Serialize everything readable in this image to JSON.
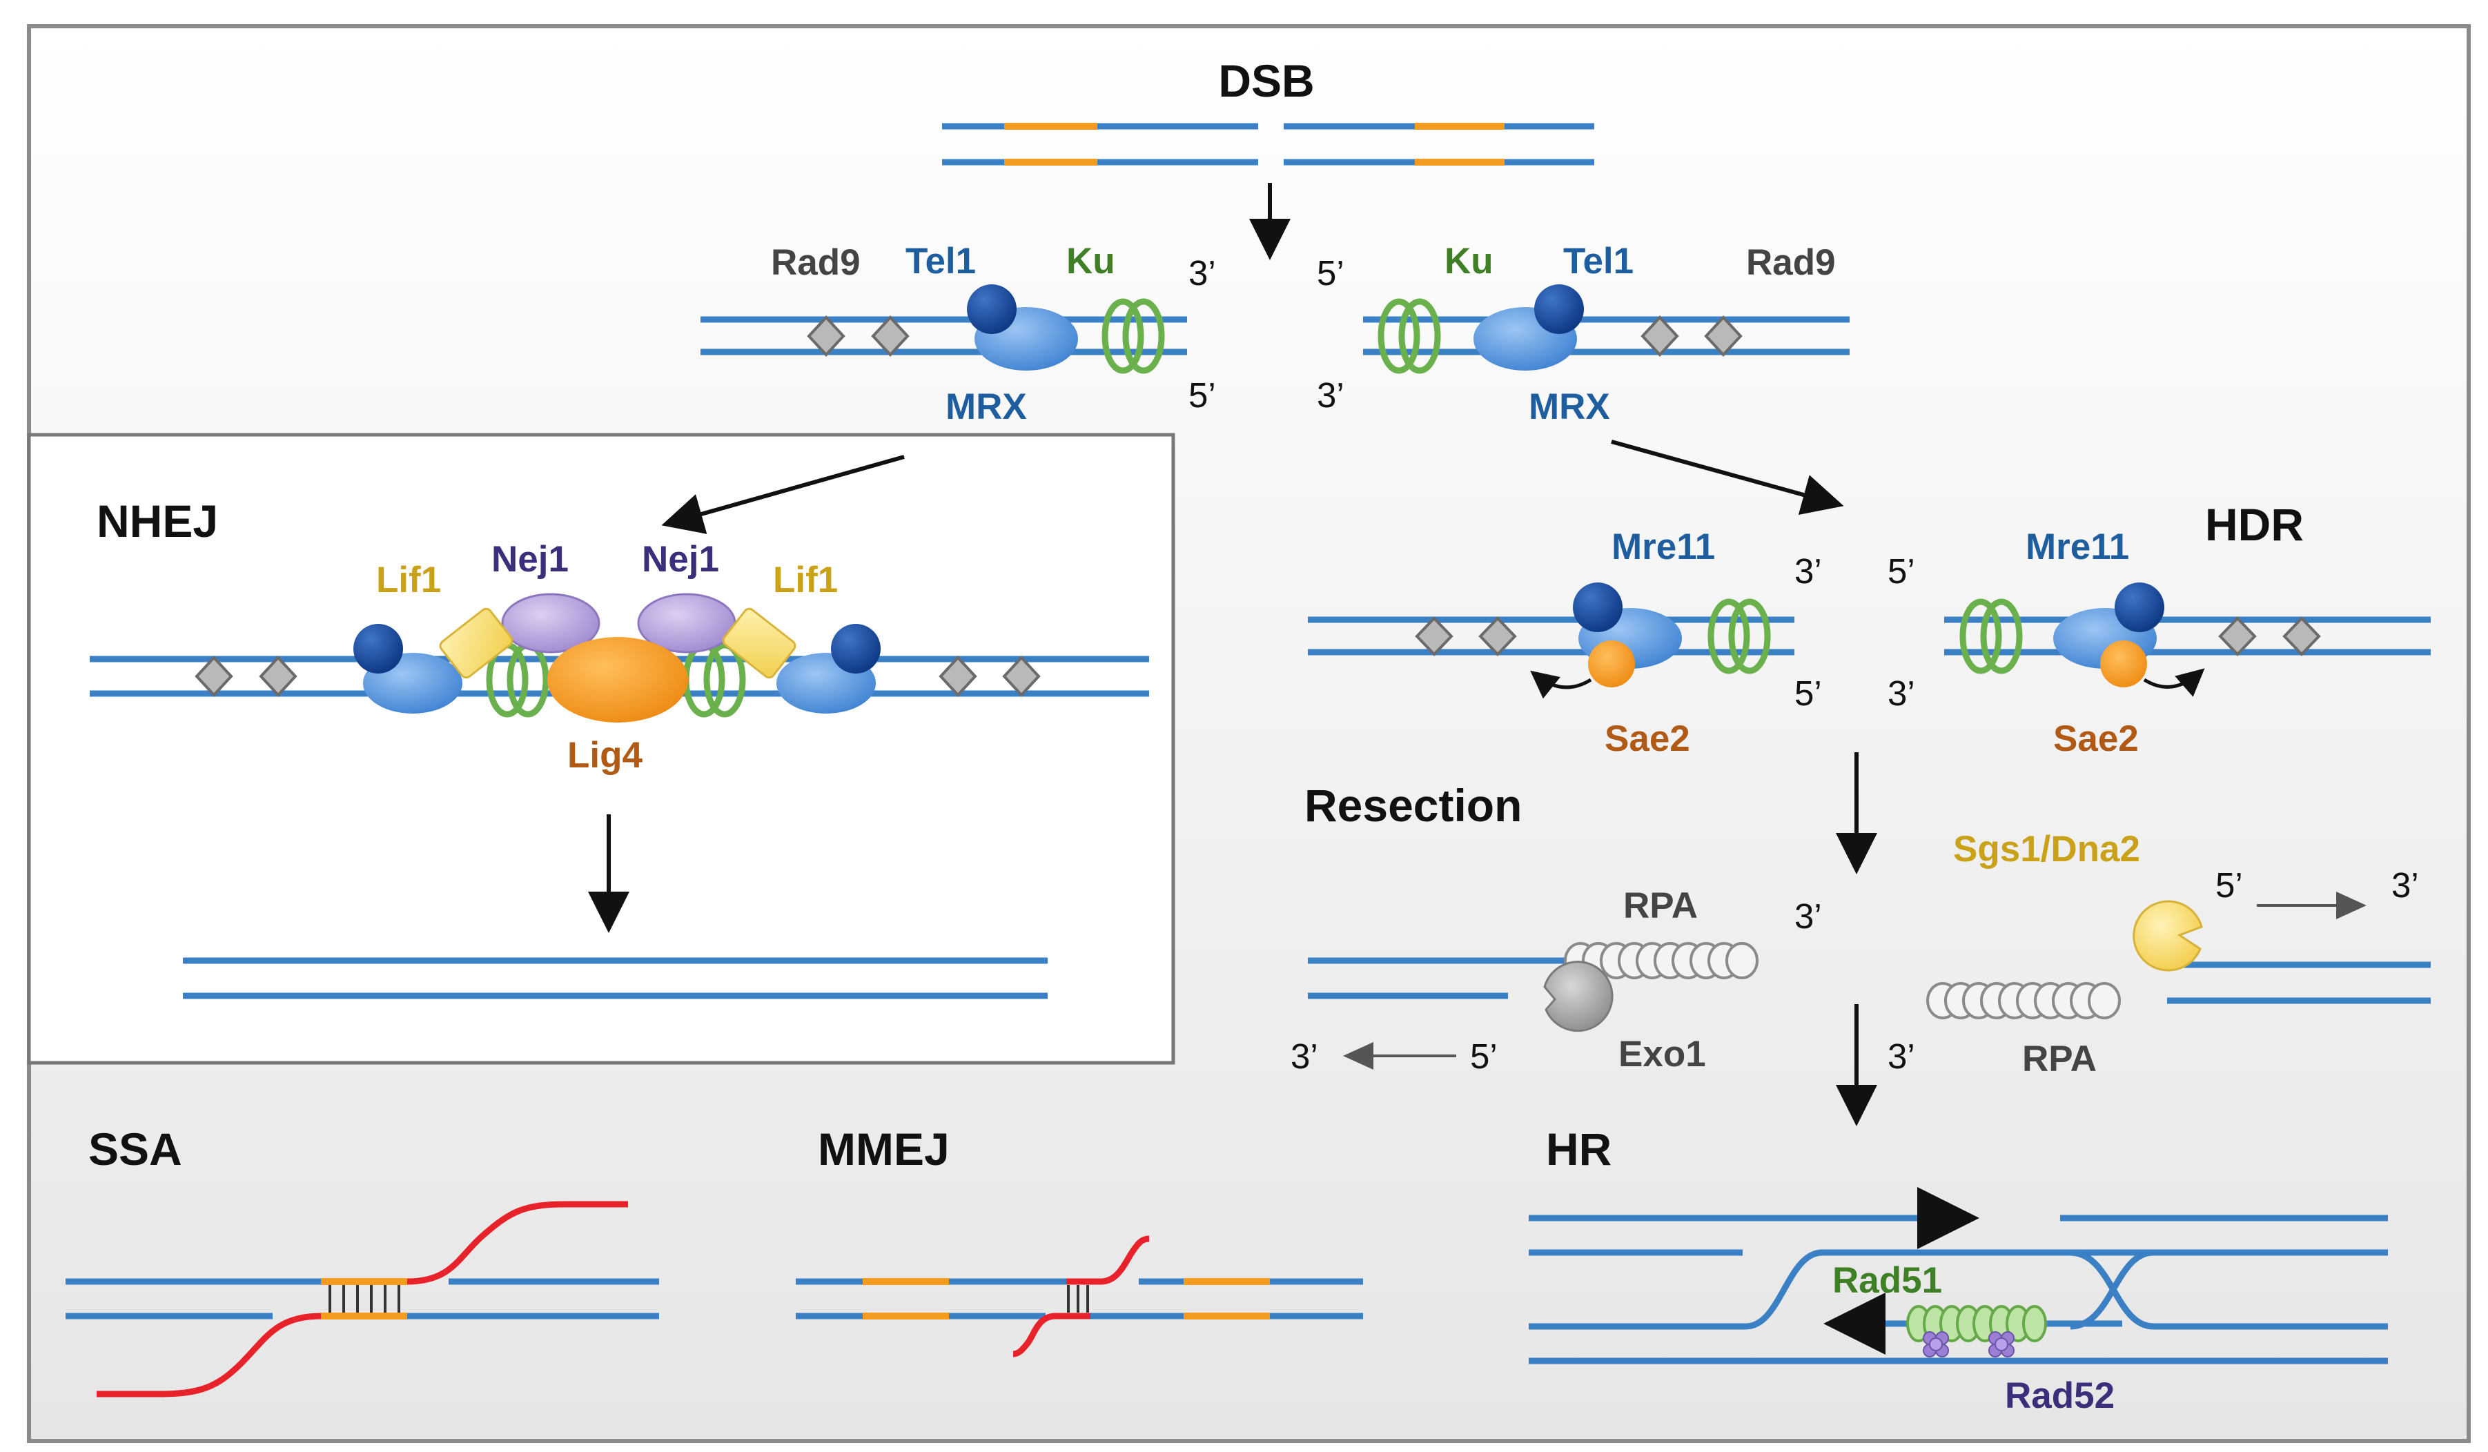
{
  "colors": {
    "dna": "#3b7fc4",
    "microhomology": "#f39c1f",
    "flap": "#e8222a",
    "mrx": "#5b9be0",
    "tel1": "#1b4fa3",
    "ku": "#6ab04c",
    "sae2": "#f39c1f",
    "lig4": "#f39c1f",
    "lif1": "#f5d76e",
    "nej1": "#b9a7db",
    "nuclease": "#9a9a9a",
    "sgs1_dna2": "#f5d76e",
    "rpa": "#f4f4f4",
    "rad51": "#bfe5a6",
    "rad52": "#9b7fd4",
    "label_blue": "#1f5e9e",
    "label_green": "#3f7f26",
    "label_gold": "#c9a21a",
    "label_brown": "#b05a16",
    "label_purple": "#3a2f7a",
    "label_gray": "#444444"
  },
  "headings": {
    "dsb": "DSB",
    "nhej": "NHEJ",
    "hdr": "HDR",
    "resection": "Resection",
    "ssa": "SSA",
    "mmej": "MMEJ",
    "hr": "HR"
  },
  "proteins": {
    "rad9": "Rad9",
    "tel1": "Tel1",
    "ku": "Ku",
    "mrx": "MRX",
    "nej1": "Nej1",
    "lif1": "Lif1",
    "lig4": "Lig4",
    "mre11": "Mre11",
    "sae2": "Sae2",
    "rpa": "RPA",
    "exo1": "Exo1",
    "sgs1_dna2": "Sgs1/Dna2",
    "rad51": "Rad51",
    "rad52": "Rad52"
  },
  "ends": {
    "three_prime": "3’",
    "five_prime": "5’"
  },
  "icons": [
    "tel1-ball-icon",
    "mrx-complex-icon",
    "ku-ring-icon",
    "rad9-diamond-icon",
    "nuclease-pacman-icon",
    "rpa-bead-icon",
    "rad51-filament-icon",
    "rad52-flower-icon"
  ]
}
